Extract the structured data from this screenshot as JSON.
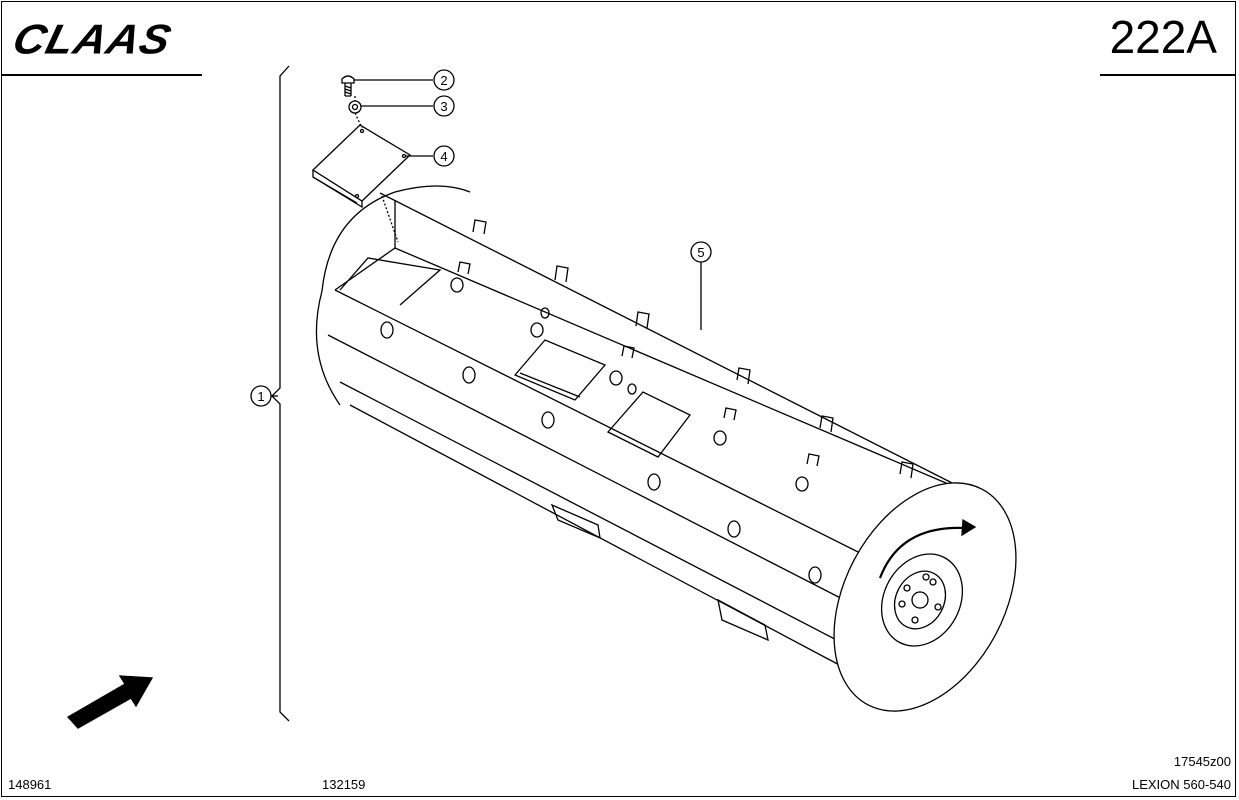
{
  "header": {
    "logo_text": "CLAAS",
    "page_number": "222A"
  },
  "callouts": [
    {
      "id": "1",
      "part": "rotor assembly bracket"
    },
    {
      "id": "2",
      "part": "bolt"
    },
    {
      "id": "3",
      "part": "washer"
    },
    {
      "id": "4",
      "part": "cover plate"
    },
    {
      "id": "5",
      "part": "drum"
    }
  ],
  "footer": {
    "left_code": "148961",
    "center_code": "132159",
    "drawing_code": "17545z00",
    "model": "LEXION 560-540"
  },
  "colors": {
    "line": "#000000",
    "background": "#ffffff"
  }
}
